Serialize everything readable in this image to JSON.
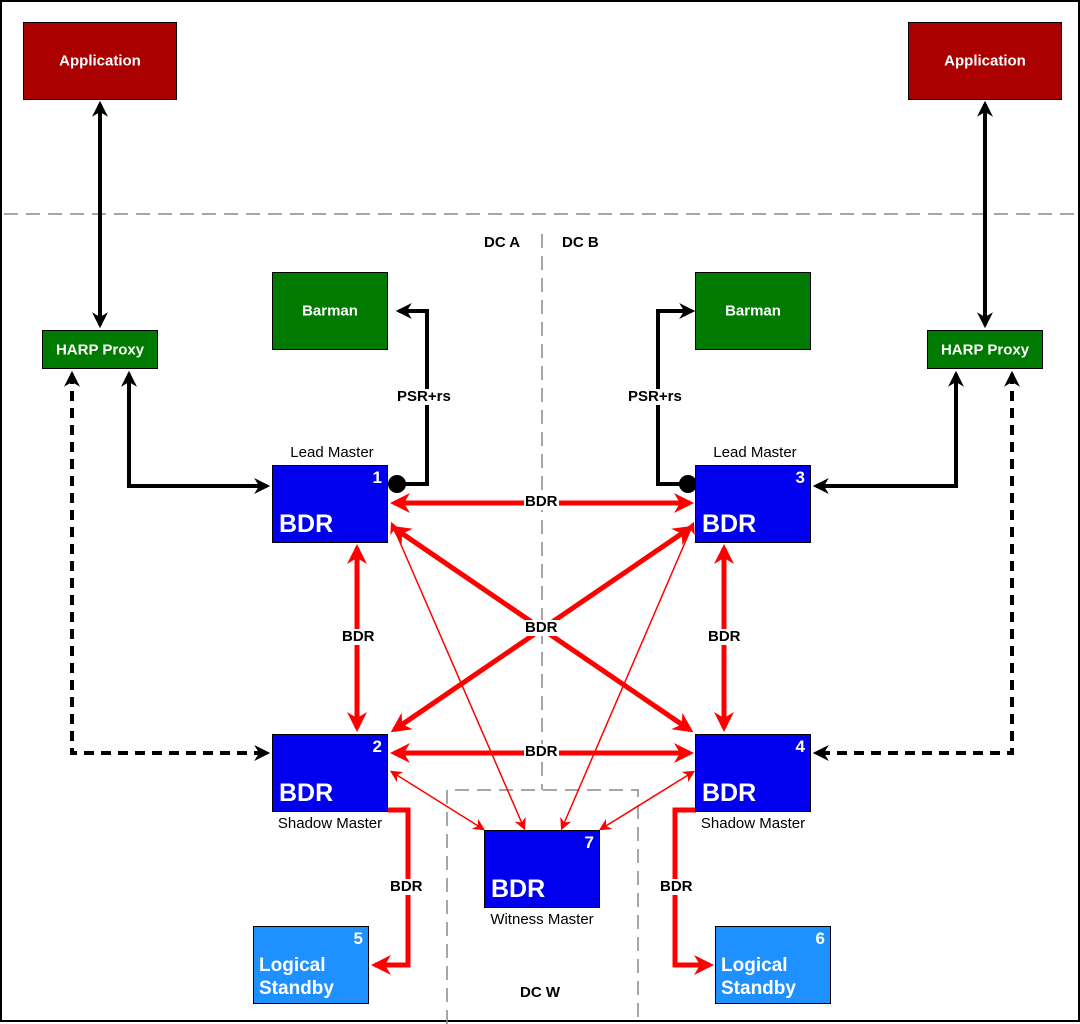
{
  "nodes": {
    "app_left": {
      "label": "Application"
    },
    "app_right": {
      "label": "Application"
    },
    "harp_left": {
      "label": "HARP Proxy"
    },
    "harp_right": {
      "label": "HARP Proxy"
    },
    "barman_left": {
      "label": "Barman"
    },
    "barman_right": {
      "label": "Barman"
    },
    "bdr1": {
      "number": "1",
      "label": "BDR",
      "caption": "Lead Master"
    },
    "bdr2": {
      "number": "2",
      "label": "BDR",
      "caption": "Shadow Master"
    },
    "bdr3": {
      "number": "3",
      "label": "BDR",
      "caption": "Lead Master"
    },
    "bdr4": {
      "number": "4",
      "label": "BDR",
      "caption": "Shadow Master"
    },
    "bdr7": {
      "number": "7",
      "label": "BDR",
      "caption": "Witness Master"
    },
    "standby5": {
      "number": "5",
      "line1": "Logical",
      "line2": "Standby"
    },
    "standby6": {
      "number": "6",
      "line1": "Logical",
      "line2": "Standby"
    }
  },
  "edge_labels": {
    "psr_left": "PSR+rs",
    "psr_right": "PSR+rs",
    "bdr_1_3": "BDR",
    "bdr_cross": "BDR",
    "bdr_2_4": "BDR",
    "bdr_1_2": "BDR",
    "bdr_3_4": "BDR",
    "bdr_2_5": "BDR",
    "bdr_4_6": "BDR"
  },
  "regions": {
    "dc_a": "DC A",
    "dc_b": "DC B",
    "dc_w": "DC W"
  },
  "colors": {
    "application": "#aa0000",
    "barman_harp": "#007a00",
    "bdr": "#0000ee",
    "logical_standby": "#1e90ff",
    "replication_edge": "#ff0000",
    "client_edge": "#000000"
  }
}
